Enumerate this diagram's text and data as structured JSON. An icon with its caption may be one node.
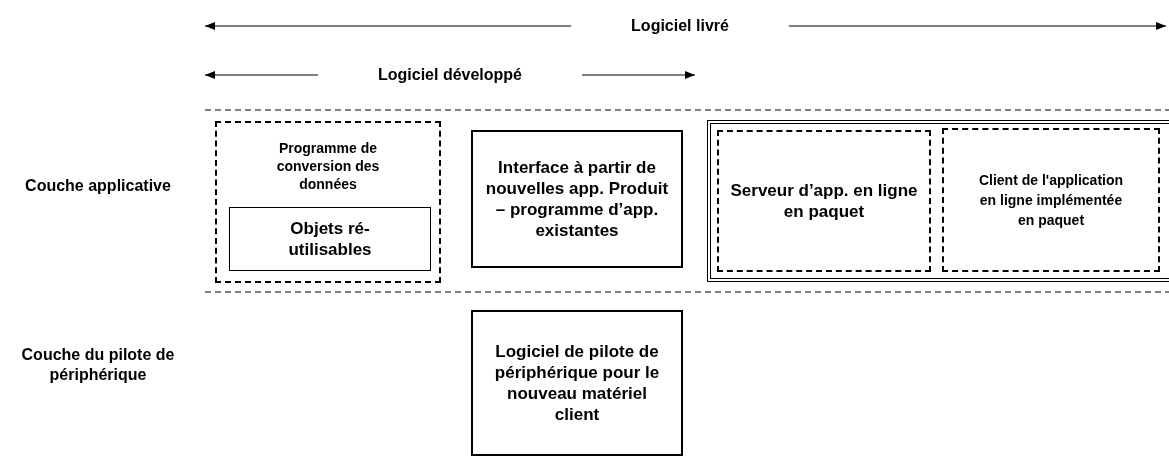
{
  "diagram": {
    "nodes": [
      {
        "text": [
          "Programme de conversion des données"
        ]
      },
      {
        "text": [
          "Objets ré-utilisables"
        ],
        "in": 0
      },
      {
        "text": [
          "Interface à partir de nouvelles app. Produit – programme d’app. existantes"
        ]
      },
      {
        "text": [],
        "shape": "box"
      },
      {
        "text": [
          "Serveur d’app. en ligne en paquet"
        ],
        "in": 3
      },
      {
        "text": [
          "Client de l'application en ligne implémentée en paquet"
        ],
        "in": 3
      },
      {
        "text": [
          "Logiciel de pilote de périphérique pour le nouveau matériel client"
        ]
      }
    ],
    "edges": [],
    "labels": [
      "Logiciel livré",
      "Logiciel développé",
      "Couche applicative",
      "Couche du pilote de périphérique"
    ]
  }
}
